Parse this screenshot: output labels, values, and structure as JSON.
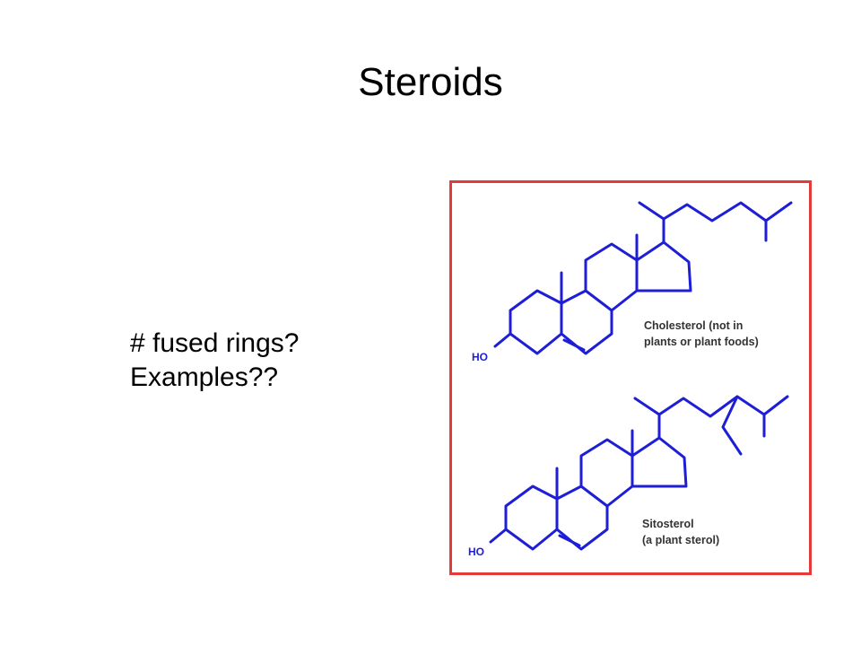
{
  "slide": {
    "title": "Steroids",
    "bullets": [
      "# fused rings?",
      "Examples??"
    ]
  },
  "figure": {
    "border_color": "#e53a3a",
    "structure_color": "#1e1ed6",
    "molecules": [
      {
        "group_label": "HO",
        "caption_lines": [
          "Cholesterol (not in",
          "plants or plant foods)"
        ]
      },
      {
        "group_label": "HO",
        "caption_lines": [
          "Sitosterol",
          "(a plant sterol)"
        ]
      }
    ]
  }
}
